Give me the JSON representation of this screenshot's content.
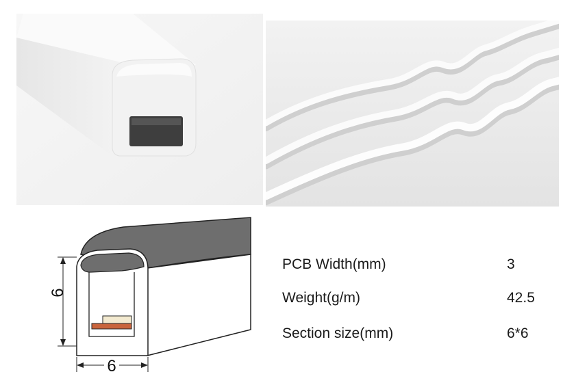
{
  "images": {
    "profile_photo": "neon-strip-profile-render",
    "strips_photo": "bent-neon-strips-render"
  },
  "diagram": {
    "height_label": "6",
    "width_label": "6",
    "colors": {
      "body": "#ffffff",
      "top": "#6e6e6e",
      "led": "#f3ead0",
      "pcb": "#c9643c"
    }
  },
  "specs": [
    {
      "label": "PCB Width(mm)",
      "value": "3"
    },
    {
      "label": "Weight(g/m)",
      "value": "42.5"
    },
    {
      "label": "Section size(mm)",
      "value": "6*6"
    }
  ]
}
